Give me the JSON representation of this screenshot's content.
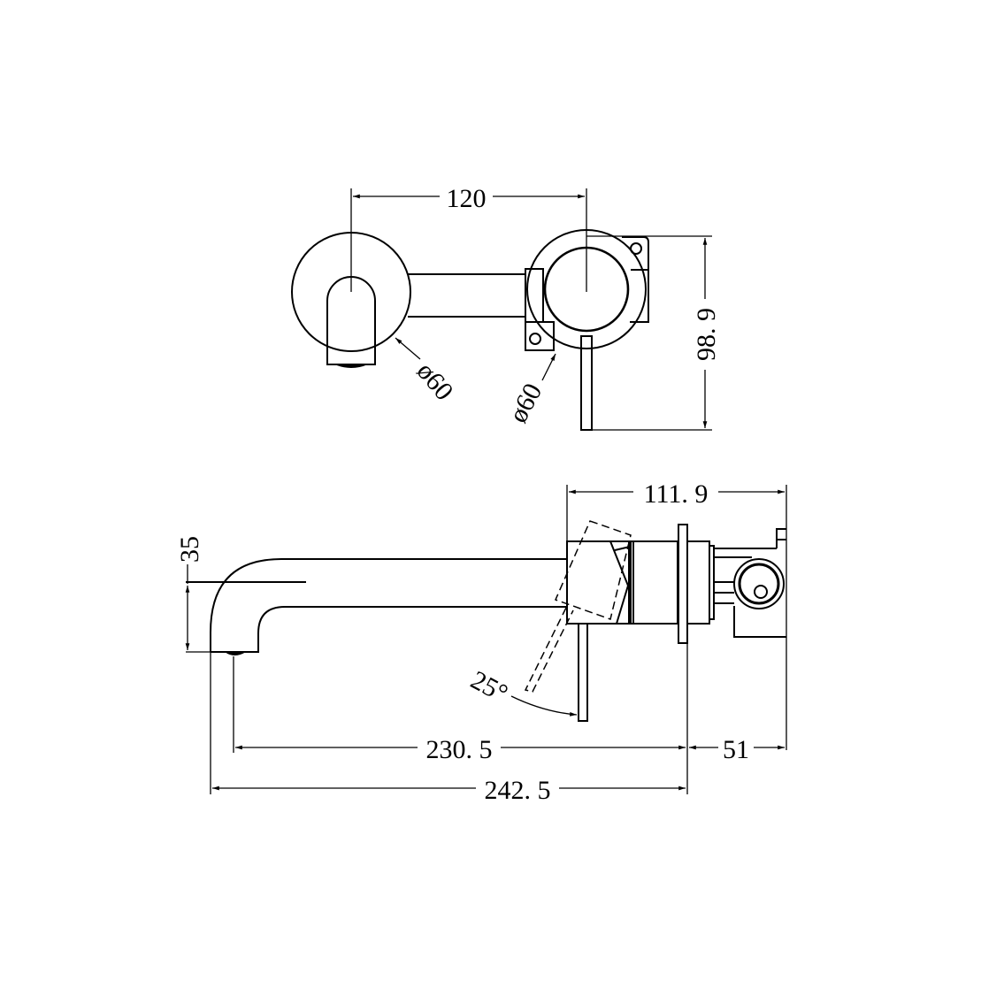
{
  "drawing": {
    "title": "Wall-mounted basin mixer with spout - dimensional drawing",
    "line_color": "#000000",
    "background": "#ffffff"
  },
  "front_view": {
    "center_distance": "120",
    "spout_plate_diameter": "ø60",
    "mixer_plate_diameter": "ø60",
    "overall_height": "98. 9"
  },
  "side_view": {
    "body_depth": "111. 9",
    "spout_height": "35",
    "handle_rotation": "25°",
    "spout_reach": "230. 5",
    "wall_depth": "51",
    "overall_length": "242. 5"
  }
}
